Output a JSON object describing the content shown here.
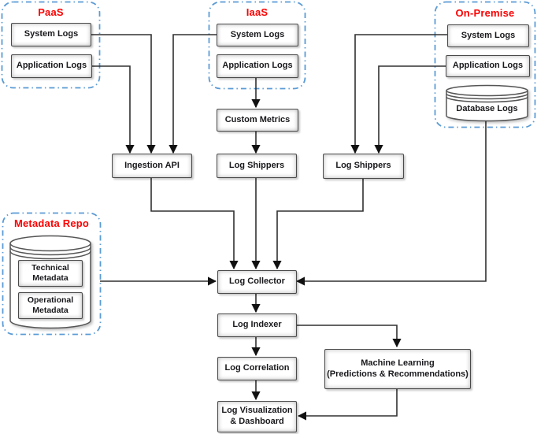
{
  "groups": {
    "paas": {
      "title": "PaaS"
    },
    "iaas": {
      "title": "IaaS"
    },
    "on_premise": {
      "title": "On-Premise"
    },
    "metadata_repo": {
      "title": "Metadata Repo"
    }
  },
  "nodes": {
    "paas_system_logs": {
      "label": "System Logs"
    },
    "paas_application_logs": {
      "label": "Application Logs"
    },
    "iaas_system_logs": {
      "label": "System Logs"
    },
    "iaas_application_logs": {
      "label": "Application Logs"
    },
    "onprem_system_logs": {
      "label": "System Logs"
    },
    "onprem_application_logs": {
      "label": "Application Logs"
    },
    "database_logs": {
      "label": "Database Logs"
    },
    "custom_metrics": {
      "label": "Custom Metrics"
    },
    "ingestion_api": {
      "label": "Ingestion API"
    },
    "log_shippers_center": {
      "label": "Log Shippers"
    },
    "log_shippers_right": {
      "label": "Log Shippers"
    },
    "technical_metadata": {
      "label": "Technical Metadata"
    },
    "operational_metadata": {
      "label": "Operational Metadata"
    },
    "log_collector": {
      "label": "Log Collector"
    },
    "log_indexer": {
      "label": "Log Indexer"
    },
    "log_correlation": {
      "label": "Log Correlation"
    },
    "log_visualization": {
      "label": "Log Visualization",
      "label2": "& Dashboard"
    },
    "machine_learning": {
      "label": "Machine Learning",
      "label2": "(Predictions & Recommendations)"
    }
  },
  "colors": {
    "group_border": "#5B9BD5",
    "group_title": "#FF0000",
    "box_border": "#4A4A4A",
    "connector": "#303030",
    "text": "#18181C",
    "background": "#FFFFFF"
  }
}
